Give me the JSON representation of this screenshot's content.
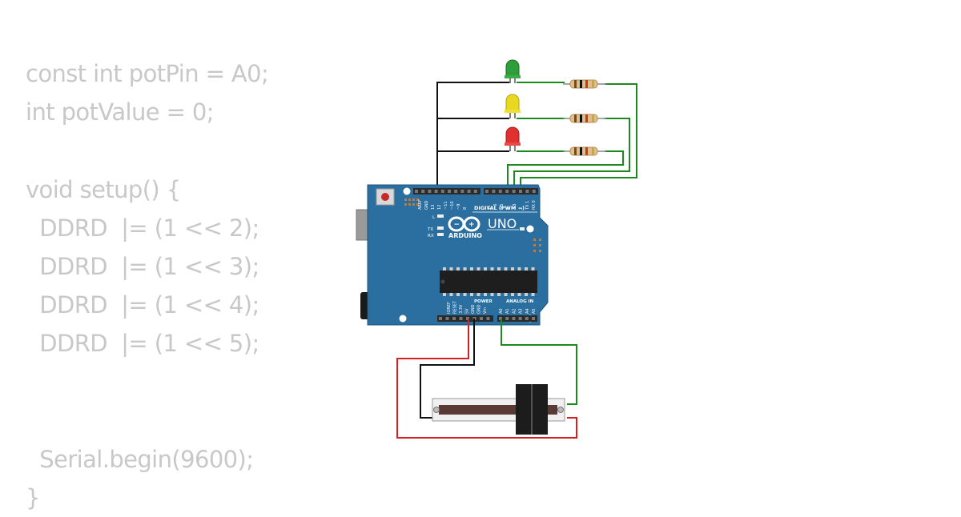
{
  "code": {
    "lines": [
      "const int potPin = A0;",
      "int potValue = 0;",
      "",
      "void setup() {",
      "  DDRD  |= (1 << 2);",
      "  DDRD  |= (1 << 3);",
      "  DDRD  |= (1 << 4);",
      "  DDRD  |= (1 << 5);",
      "",
      "",
      "  Serial.begin(9600);",
      "}"
    ]
  },
  "board": {
    "name": "UNO",
    "brand": "ARDUINO",
    "digital_header_label": "DIGITAL (PWM ~)",
    "analog_header_label": "ANALOG IN",
    "power_label": "POWER",
    "on_label": "ON",
    "led_l_label": "L",
    "led_tx_label": "TX",
    "led_rx_label": "RX",
    "top_pin_labels": [
      "AREF",
      "GND",
      "13",
      "12",
      "~11",
      "~10",
      "~9",
      "8",
      "7",
      "~6",
      "~5",
      "4",
      "~3",
      "2",
      "TX 1",
      "RX 0"
    ],
    "power_pin_labels": [
      "IOREF",
      "RESET",
      "3.3V",
      "5V",
      "GND",
      "GND",
      "Vin"
    ],
    "analog_pin_labels": [
      "A0",
      "A1",
      "A2",
      "A3",
      "A4",
      "A5"
    ]
  },
  "components": {
    "leds": [
      {
        "name": "green-led",
        "color": "#2e9e3a"
      },
      {
        "name": "yellow-led",
        "color": "#e8d820"
      },
      {
        "name": "red-led",
        "color": "#e03030"
      }
    ],
    "wire_colors": {
      "ground": "#111111",
      "signal": "#1d8a1d",
      "power": "#d42020"
    },
    "board_color": "#2a6fa0"
  }
}
